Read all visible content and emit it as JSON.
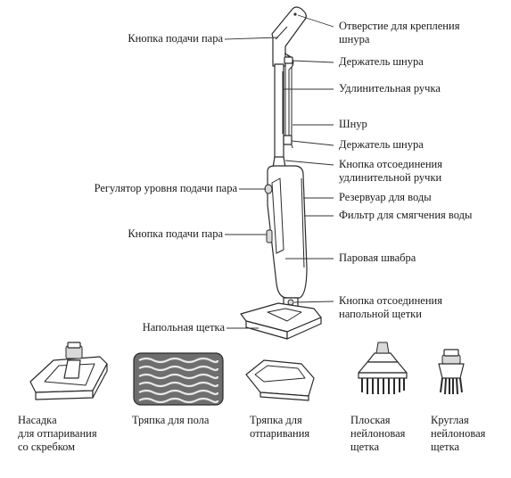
{
  "labels": {
    "steam_button_top": "Кнопка подачи пара",
    "cord_hole_1": "Отверстие для крепления",
    "cord_hole_2": "шнура",
    "cord_holder_top": "Держатель шнура",
    "extension_handle": "Удлинительная ручка",
    "cord": "Шнур",
    "cord_holder_bottom": "Держатель шнура",
    "handle_release_1": "Кнопка отсоединения",
    "handle_release_2": "удлинительной ручки",
    "steam_regulator": "Регулятор уровня подачи пара",
    "water_tank": "Резервуар для воды",
    "water_filter": "Фильтр для смягчения воды",
    "steam_button_body": "Кнопка подачи пара",
    "steam_mop": "Паровая швабра",
    "floor_release_1": "Кнопка отсоединения",
    "floor_release_2": "напольной щетки",
    "floor_brush": "Напольная щетка"
  },
  "accessories": [
    {
      "caption": "Насадка\nдля отпаривания\nсо скребком"
    },
    {
      "caption": "Тряпка для пола"
    },
    {
      "caption": "Тряпка для\nотпаривания"
    },
    {
      "caption": "Плоская\nнейлоновая\nщетка"
    },
    {
      "caption": "Круглая\nнейлоновая\nщетка"
    }
  ]
}
